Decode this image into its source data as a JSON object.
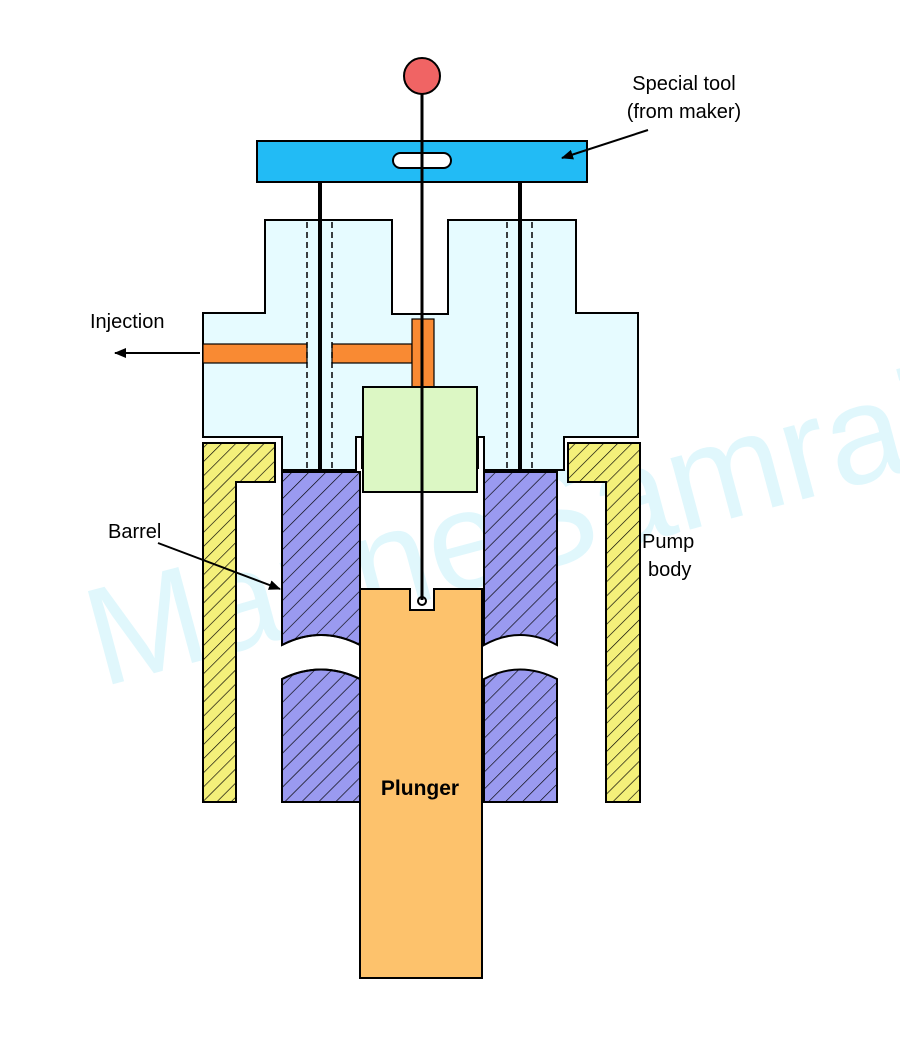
{
  "diagram": {
    "labels": {
      "special_tool_line1": "Special tool",
      "special_tool_line2": "(from maker)",
      "injection": "Injection",
      "barrel": "Barrel",
      "pump_body_line1": "Pump",
      "pump_body_line2": "body",
      "plunger": "Plunger"
    },
    "watermark": "MarineSamraj",
    "colors": {
      "special_tool": "#22bbf5",
      "knob": "#f06464",
      "valve_housing": "#e6fbff",
      "injection_channel": "#f98a33",
      "delivery_valve": "#dcf7c4",
      "barrel": "#9a9af0",
      "pump_body": "#f4f07a",
      "plunger": "#fdc26c",
      "outline": "#000000"
    }
  }
}
